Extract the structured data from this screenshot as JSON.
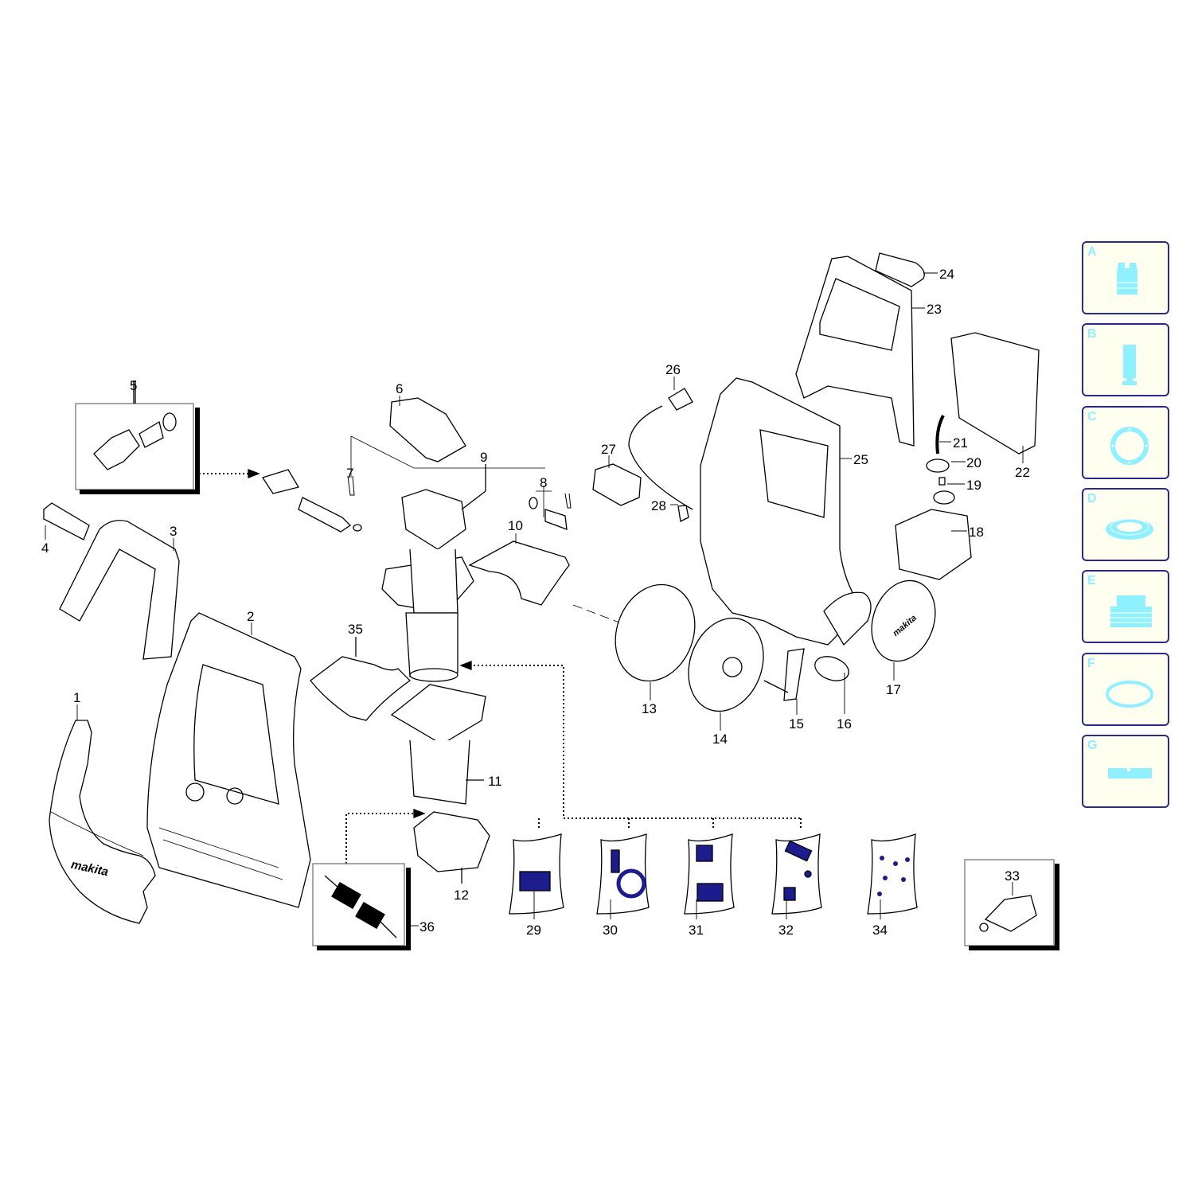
{
  "diagram": {
    "brand": "makita",
    "callouts": [
      {
        "id": "1",
        "label": "1"
      },
      {
        "id": "2",
        "label": "2"
      },
      {
        "id": "3",
        "label": "3"
      },
      {
        "id": "4",
        "label": "4"
      },
      {
        "id": "5",
        "label": "5"
      },
      {
        "id": "6",
        "label": "6"
      },
      {
        "id": "7",
        "label": "7"
      },
      {
        "id": "8",
        "label": "8"
      },
      {
        "id": "9",
        "label": "9"
      },
      {
        "id": "10",
        "label": "10"
      },
      {
        "id": "11",
        "label": "11"
      },
      {
        "id": "12",
        "label": "12"
      },
      {
        "id": "13",
        "label": "13"
      },
      {
        "id": "14",
        "label": "14"
      },
      {
        "id": "15",
        "label": "15"
      },
      {
        "id": "16",
        "label": "16"
      },
      {
        "id": "17",
        "label": "17"
      },
      {
        "id": "18",
        "label": "18"
      },
      {
        "id": "19",
        "label": "19"
      },
      {
        "id": "20",
        "label": "20"
      },
      {
        "id": "21",
        "label": "21"
      },
      {
        "id": "22",
        "label": "22"
      },
      {
        "id": "23",
        "label": "23"
      },
      {
        "id": "24",
        "label": "24"
      },
      {
        "id": "25",
        "label": "25"
      },
      {
        "id": "26",
        "label": "26"
      },
      {
        "id": "27",
        "label": "27"
      },
      {
        "id": "28",
        "label": "28"
      },
      {
        "id": "29",
        "label": "29"
      },
      {
        "id": "30",
        "label": "30"
      },
      {
        "id": "31",
        "label": "31"
      },
      {
        "id": "32",
        "label": "32"
      },
      {
        "id": "33",
        "label": "33"
      },
      {
        "id": "34",
        "label": "34"
      },
      {
        "id": "35",
        "label": "35"
      },
      {
        "id": "36",
        "label": "36"
      }
    ]
  },
  "sidebar": {
    "panels": [
      {
        "letter": "A",
        "icon": "valve-block-icon"
      },
      {
        "letter": "B",
        "icon": "piston-rod-icon"
      },
      {
        "letter": "C",
        "icon": "gasket-ring-icon"
      },
      {
        "letter": "D",
        "icon": "seal-ring-icon"
      },
      {
        "letter": "E",
        "icon": "threaded-fitting-icon"
      },
      {
        "letter": "F",
        "icon": "o-ring-icon"
      },
      {
        "letter": "G",
        "icon": "spacer-block-icon"
      }
    ],
    "colors": {
      "panel_bg": "#fffff0",
      "panel_border": "#2a2a8c",
      "icon": "#8ff0ff"
    }
  },
  "kits": {
    "bag_color": "#1c1c8c"
  }
}
